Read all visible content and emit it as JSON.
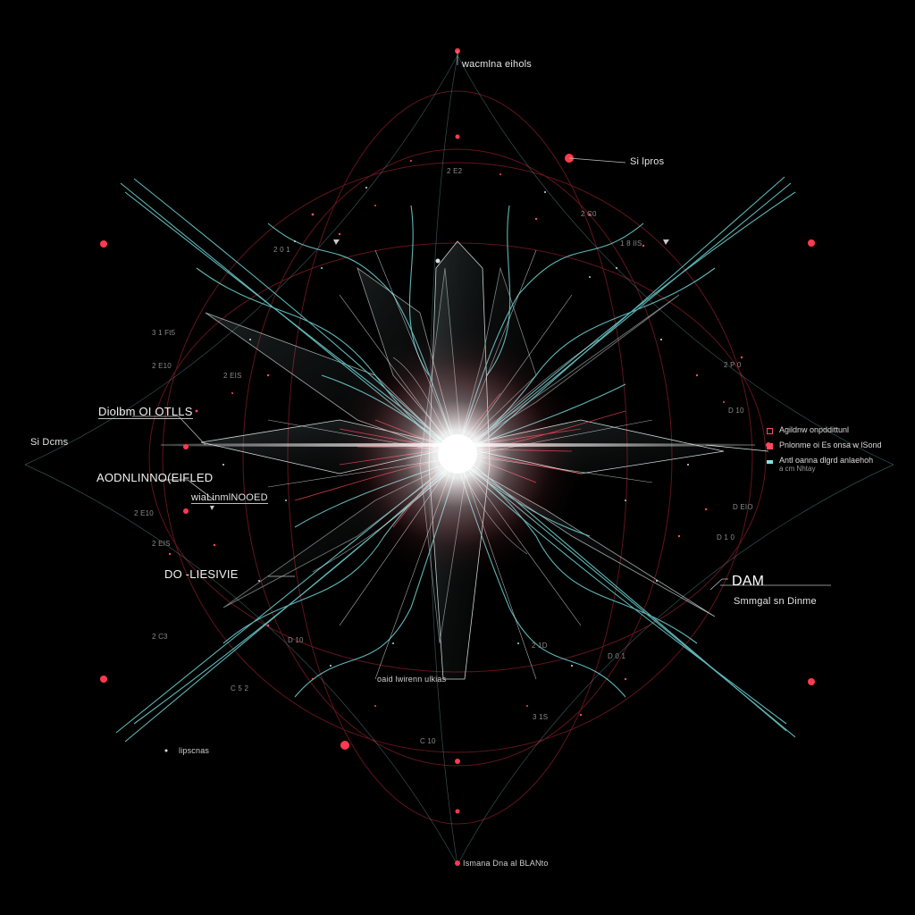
{
  "colors": {
    "background": "#000000",
    "cyan_strand": "#6fd6d6",
    "red_node": "#ff3a4f",
    "core_glow": "#ffffff"
  },
  "labels": {
    "top": "wacmlna eihols",
    "top_right": "Si lpros",
    "left_title": "Diolbm OI OTLLS",
    "left_side": "Si Dcms",
    "left_main": "AODNLINNO(EIFLED",
    "left_sub": "wiaLinmlNOOED",
    "left_lower": "DO -LIESIVIE",
    "right_title": "DAM",
    "right_sub": "Smmgal sn Dinme",
    "bottom_center": "oaid lwirenn ulkias",
    "bottom": "Ismana Dna al BLANto",
    "bottom_left": "lipscnas"
  },
  "legend": {
    "items": [
      {
        "icon": "red-square-icon",
        "text": "Agildnw onpddittunl"
      },
      {
        "icon": "red-dot-icon",
        "text": "Pnlonme oi Es onsa w lSond"
      },
      {
        "icon": "cyan-line-icon",
        "text": "Antl oanna dlgrd anlaehoh"
      }
    ],
    "sub": "a cm Nhtay"
  },
  "tick_labels": {
    "l1": "3 1 Ft5",
    "l2": "2 E10",
    "l3": "2 EIS",
    "l4": "2 EIS",
    "l5": "2 C3",
    "l6": "C 5 2",
    "l7": "2 E10",
    "r1": "2 P 0",
    "r2": "D 10",
    "r3": "D EIO",
    "r4": "D 1 0",
    "r5": "D 0 1",
    "r6": "1 8 IIS",
    "t1": "2 E2",
    "t2": "2 C0",
    "t3": "2 0 1",
    "b1": "D 10",
    "b2": "2 1D",
    "b3": "C 10",
    "b4": "3 1S"
  }
}
